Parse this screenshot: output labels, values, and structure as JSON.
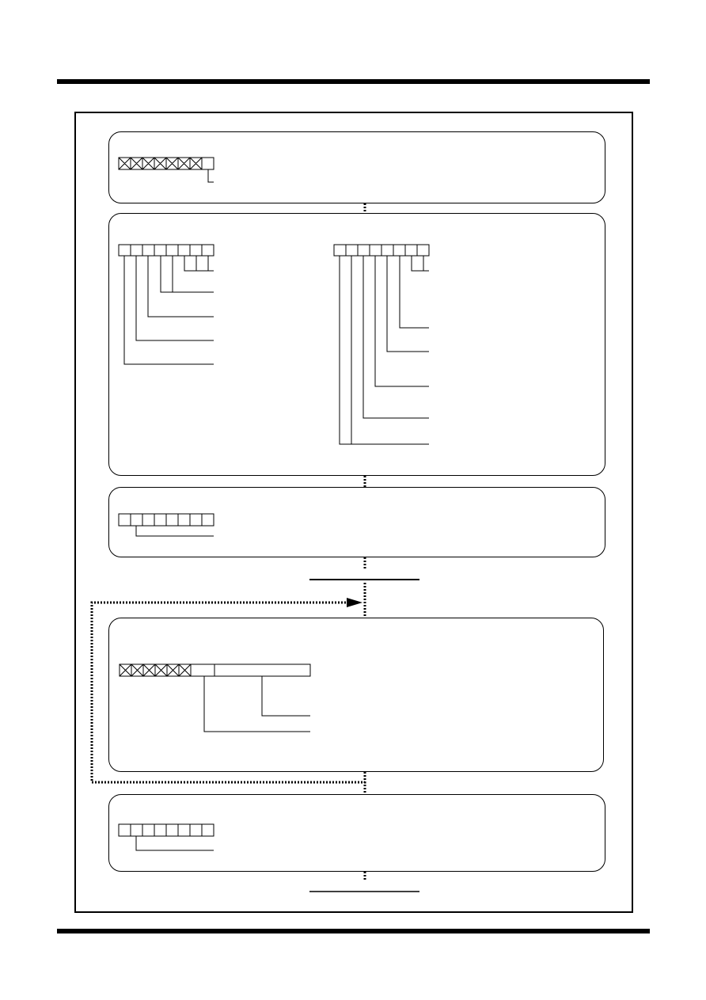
{
  "document": {
    "title": "",
    "colors": {
      "ink": "#000000",
      "paper": "#ffffff"
    }
  },
  "panels": [
    {
      "id": "panel-1",
      "registers": [
        {
          "bits": 8,
          "hatched_bits": 7,
          "annotations": 1
        }
      ]
    },
    {
      "id": "panel-2",
      "registers": [
        {
          "bits": 8,
          "hatched_bits": 0,
          "annotations": 5
        },
        {
          "bits": 8,
          "hatched_bits": 0,
          "annotations": 6
        }
      ]
    },
    {
      "id": "panel-3",
      "registers": [
        {
          "bits": 8,
          "hatched_bits": 0,
          "annotations": 1
        }
      ]
    },
    {
      "id": "panel-4",
      "registers": [
        {
          "bits": 8,
          "hatched_bits": 6,
          "wide_field": true,
          "annotations": 2
        }
      ]
    },
    {
      "id": "panel-5",
      "registers": [
        {
          "bits": 8,
          "hatched_bits": 0,
          "annotations": 1
        }
      ]
    }
  ],
  "flow": {
    "connector_style": "dotted",
    "loop_back": true
  }
}
